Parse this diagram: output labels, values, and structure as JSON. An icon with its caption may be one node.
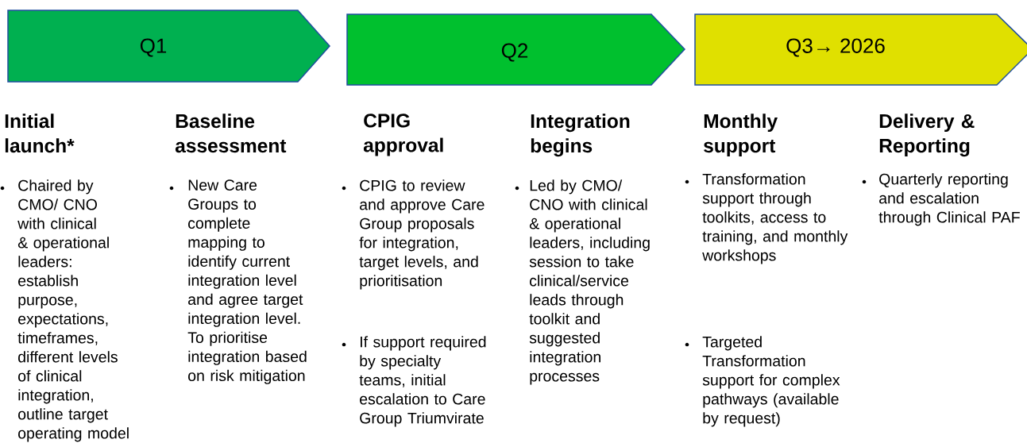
{
  "diagram": {
    "nodes": [
      {
        "text": [
          "Q1"
        ]
      },
      {
        "text": [
          "Q2"
        ]
      },
      {
        "text": [
          "Q3→ 2026"
        ]
      }
    ],
    "labels": [
      "Initial launch*",
      "Chaired by CMO/ CNO with clinical & operational leaders: establish purpose, expectations, timeframes, different levels of clinical integration, outline target operating model",
      "Baseline assessment",
      "New Care Groups to complete mapping to identify current integration level and agree target integration level. To prioritise integration based on risk mitigation",
      "CPIG approval",
      "CPIG to review and approve Care Group proposals for integration, target levels, and prioritisation",
      "If support required by specialty teams, initial escalation to Care Group Triumvirate",
      "Integration begins",
      "Led by CMO/ CNO with clinical & operational leaders, including session to take clinical/service leads through toolkit and suggested integration processes",
      "Monthly support",
      "Transformation support through toolkits, access to training, and monthly workshops",
      "Targeted Transformation support for complex pathways (available by request)",
      "Delivery & Reporting",
      "Quarterly reporting and escalation through Clinical PAF"
    ]
  }
}
